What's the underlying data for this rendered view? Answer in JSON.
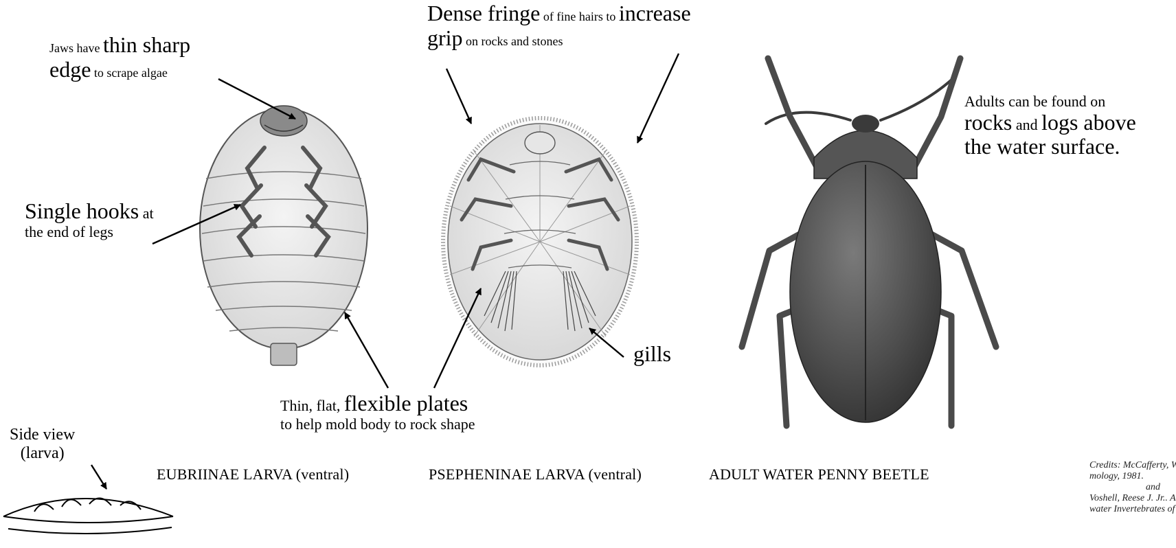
{
  "annotations": {
    "jaws": {
      "line1_small": "Jaws have ",
      "line1_big": "thin sharp",
      "line2_big": "edge",
      "line2_small": " to scrape algae"
    },
    "fringe": {
      "part1_big": "Dense fringe",
      "part2_small": " of fine hairs to ",
      "part3_big": "increase",
      "line2_big": "grip",
      "line2_small": " on rocks and stones"
    },
    "adults": {
      "line1": "Adults can be found on",
      "line2_big1": "rocks",
      "line2_small": " and ",
      "line2_big2": "logs above",
      "line3": "the water surface."
    },
    "hooks": {
      "line1_big": "Single hooks",
      "line1_small": " at",
      "line2": "the end of legs"
    },
    "gills": "gills",
    "plates": {
      "line1_small": "Thin,  flat, ",
      "line1_big": "flexible plates",
      "line2": "to help mold body to rock shape"
    },
    "side_view": {
      "line1": "Side view",
      "line2": "(larva)"
    }
  },
  "captions": {
    "eubriinae": "EUBRIINAE LARVA (ventral)",
    "psepheninae": "PSEPHENINAE LARVA (ventral)",
    "adult": "ADULT WATER PENNY BEETLE"
  },
  "credits": {
    "line1": "Credits:  McCafferty, W.",
    "line2": "mology, 1981.",
    "line3": "and",
    "line4": " Voshell, Reese J. Jr..  A G",
    "line5": "water Invertebrates of No"
  },
  "colors": {
    "ink": "#000000",
    "larva_fill": "#ececec",
    "larva_line": "#555555",
    "beetle_fill": "#4a4a4a",
    "beetle_light": "#6e6e6e"
  }
}
